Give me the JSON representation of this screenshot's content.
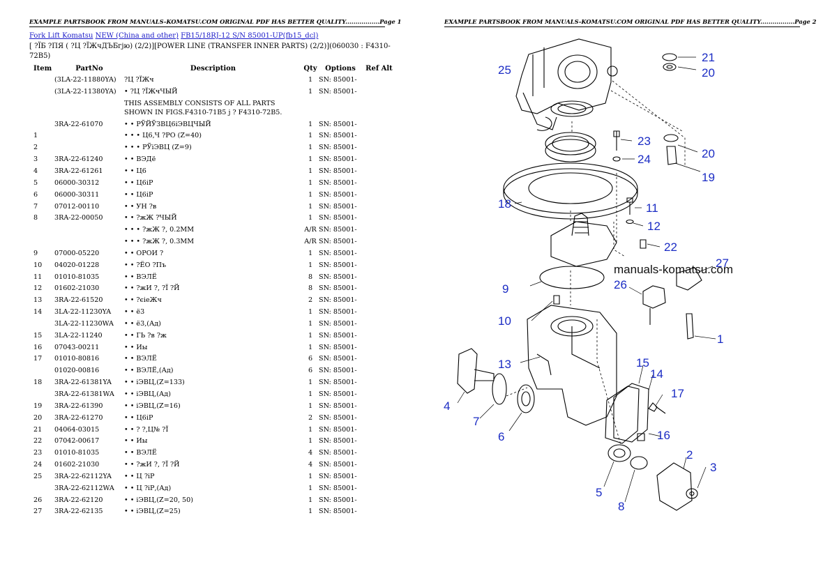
{
  "page1": {
    "header": "EXAMPLE PARTSBOOK FROM MANUALS-KOMATSU.COM ORIGINAL PDF HAS BETTER QUALITY.................Page 1",
    "breadcrumbs": [
      "Fork Lift Komatsu",
      "NEW (China and other)",
      "FB15/18RJ-12 S/N 85001-UP(fb15_dcl)"
    ],
    "title": "[ ?ЇБ ?ПЯ ( ?Ц ?ЇЖчДЪБгјю) (2/2)][POWER LINE (TRANSFER INNER PARTS) (2/2)](060030 : F4310-72B5)",
    "columns": {
      "item": "Item",
      "partno": "PartNo",
      "desc": "Description",
      "qty": "Qty",
      "opt": "Options",
      "ref": "Ref Alt"
    },
    "rows": [
      {
        "item": "",
        "partno": "(3LA-22-11880YA)",
        "desc": "?Ц ?ЇЖч",
        "qty": "1",
        "opt": "SN: 85001-",
        "ref": ""
      },
      {
        "item": "",
        "partno": "(3LA-22-11380YA)",
        "desc": "• ?Ц ?ЇЖчЧЫЙ",
        "qty": "1",
        "opt": "SN: 85001-",
        "ref": ""
      },
      {
        "item": "",
        "partno": "",
        "desc": "THIS ASSEMBLY CONSISTS OF ALL PARTS SHOWN IN FIGS.F4310-71B5 j ? F4310-72B5.",
        "qty": "",
        "opt": "",
        "ref": "",
        "long": true
      },
      {
        "item": "",
        "partno": "3RA-22-61070",
        "desc": "• • РЎЙЎЗВЦ6іЭВЦЧЫЙ",
        "qty": "1",
        "opt": "SN: 85001-",
        "ref": ""
      },
      {
        "item": "1",
        "partno": "",
        "desc": "• • • Ц6,Ч ?РО (Z=40)",
        "qty": "1",
        "opt": "SN: 85001-",
        "ref": ""
      },
      {
        "item": "2",
        "partno": "",
        "desc": "• • • РЎіЭВЦ (Z=9)",
        "qty": "1",
        "opt": "SN: 85001-",
        "ref": ""
      },
      {
        "item": "3",
        "partno": "3RA-22-61240",
        "desc": "• • ВЭДё",
        "qty": "1",
        "opt": "SN: 85001-",
        "ref": ""
      },
      {
        "item": "4",
        "partno": "3RA-22-61261",
        "desc": "• • Ц6",
        "qty": "1",
        "opt": "SN: 85001-",
        "ref": ""
      },
      {
        "item": "5",
        "partno": "06000-30312",
        "desc": "• • Ц6іР",
        "qty": "1",
        "opt": "SN: 85001-",
        "ref": ""
      },
      {
        "item": "6",
        "partno": "06000-30311",
        "desc": "• • Ц6іР",
        "qty": "1",
        "opt": "SN: 85001-",
        "ref": ""
      },
      {
        "item": "7",
        "partno": "07012-00110",
        "desc": "• • УН ?в",
        "qty": "1",
        "opt": "SN: 85001-",
        "ref": ""
      },
      {
        "item": "8",
        "partno": "3RA-22-00050",
        "desc": "• • ?жЖ ?ЧЫЙ",
        "qty": "1",
        "opt": "SN: 85001-",
        "ref": ""
      },
      {
        "item": "",
        "partno": "",
        "desc": "• • • ?жЖ ?, 0.2MM",
        "qty": "A/R",
        "opt": "SN: 85001-",
        "ref": ""
      },
      {
        "item": "",
        "partno": "",
        "desc": "• • • ?жЖ ?, 0.3MM",
        "qty": "A/R",
        "opt": "SN: 85001-",
        "ref": ""
      },
      {
        "item": "9",
        "partno": "07000-05220",
        "desc": "• • ОРОИ ?",
        "qty": "1",
        "opt": "SN: 85001-",
        "ref": ""
      },
      {
        "item": "10",
        "partno": "04020-01228",
        "desc": "• • ?ЁО ?Пъ",
        "qty": "1",
        "opt": "SN: 85001-",
        "ref": ""
      },
      {
        "item": "11",
        "partno": "01010-81035",
        "desc": "• • ВЭЛЁ",
        "qty": "8",
        "opt": "SN: 85001-",
        "ref": ""
      },
      {
        "item": "12",
        "partno": "01602-21030",
        "desc": "• • ?жИ ?, ?Ї ?Й",
        "qty": "8",
        "opt": "SN: 85001-",
        "ref": ""
      },
      {
        "item": "13",
        "partno": "3RA-22-61520",
        "desc": "• • ?єіеЖч",
        "qty": "2",
        "opt": "SN: 85001-",
        "ref": ""
      },
      {
        "item": "14",
        "partno": "3LA-22-11230YA",
        "desc": "• • ё3",
        "qty": "1",
        "opt": "SN: 85001-",
        "ref": ""
      },
      {
        "item": "",
        "partno": "3LA-22-11230WA",
        "desc": "• • ё3,(Ад)",
        "qty": "1",
        "opt": "SN: 85001-",
        "ref": ""
      },
      {
        "item": "15",
        "partno": "3LA-22-11240",
        "desc": "• • ГЬ ?в ?ж",
        "qty": "1",
        "opt": "SN: 85001-",
        "ref": ""
      },
      {
        "item": "16",
        "partno": "07043-00211",
        "desc": "• • Иы",
        "qty": "1",
        "opt": "SN: 85001-",
        "ref": ""
      },
      {
        "item": "17",
        "partno": "01010-80816",
        "desc": "• • ВЭЛЁ",
        "qty": "6",
        "opt": "SN: 85001-",
        "ref": ""
      },
      {
        "item": "",
        "partno": "01020-00816",
        "desc": "• • ВЭЛЁ,(Ад)",
        "qty": "6",
        "opt": "SN: 85001-",
        "ref": ""
      },
      {
        "item": "18",
        "partno": "3RA-22-61381YA",
        "desc": "• • іЭВЦ,(Z=133)",
        "qty": "1",
        "opt": "SN: 85001-",
        "ref": ""
      },
      {
        "item": "",
        "partno": "3RA-22-61381WA",
        "desc": "• • іЭВЦ,(Ад)",
        "qty": "1",
        "opt": "SN: 85001-",
        "ref": ""
      },
      {
        "item": "19",
        "partno": "3RA-22-61390",
        "desc": "• • іЭВЦ,(Z=16)",
        "qty": "1",
        "opt": "SN: 85001-",
        "ref": ""
      },
      {
        "item": "20",
        "partno": "3RA-22-61270",
        "desc": "• • Ц6іР",
        "qty": "2",
        "opt": "SN: 85001-",
        "ref": ""
      },
      {
        "item": "21",
        "partno": "04064-03015",
        "desc": "• • ? ?,Ц№ ?Ї",
        "qty": "1",
        "opt": "SN: 85001-",
        "ref": ""
      },
      {
        "item": "22",
        "partno": "07042-00617",
        "desc": "• • Иы",
        "qty": "1",
        "opt": "SN: 85001-",
        "ref": ""
      },
      {
        "item": "23",
        "partno": "01010-81035",
        "desc": "• • ВЭЛЁ",
        "qty": "4",
        "opt": "SN: 85001-",
        "ref": ""
      },
      {
        "item": "24",
        "partno": "01602-21030",
        "desc": "• • ?жИ ?, ?Ї ?Й",
        "qty": "4",
        "opt": "SN: 85001-",
        "ref": ""
      },
      {
        "item": "25",
        "partno": "3RA-22-62112YA",
        "desc": "• • Ц ?іР",
        "qty": "1",
        "opt": "SN: 85001-",
        "ref": ""
      },
      {
        "item": "",
        "partno": "3RA-22-62112WA",
        "desc": "• • Ц ?іР,(Ад)",
        "qty": "1",
        "opt": "SN: 85001-",
        "ref": ""
      },
      {
        "item": "26",
        "partno": "3RA-22-62120",
        "desc": "• • іЭВЦ,(Z=20, 50)",
        "qty": "1",
        "opt": "SN: 85001-",
        "ref": ""
      },
      {
        "item": "27",
        "partno": "3RA-22-62135",
        "desc": "• • іЭВЦ,(Z=25)",
        "qty": "1",
        "opt": "SN: 85001-",
        "ref": ""
      }
    ]
  },
  "page2": {
    "header": "EXAMPLE PARTSBOOK FROM MANUALS-KOMATSU.COM ORIGINAL PDF HAS BETTER QUALITY.................Page 2",
    "watermark": "manuals-komatsu.com",
    "callouts": [
      "21",
      "25",
      "20",
      "23",
      "20",
      "24",
      "19",
      "18",
      "11",
      "12",
      "22",
      "27",
      "9",
      "26",
      "10",
      "1",
      "13",
      "15",
      "14",
      "4",
      "17",
      "7",
      "6",
      "16",
      "2",
      "3",
      "5",
      "8"
    ]
  }
}
